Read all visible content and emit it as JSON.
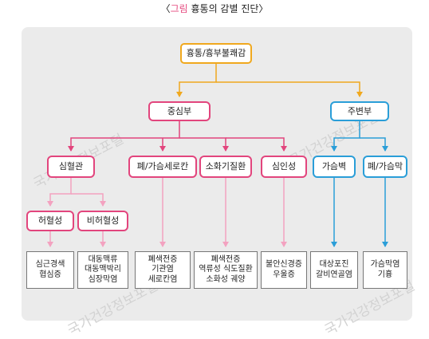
{
  "caption": {
    "bracket_open": "〈",
    "label": "그림",
    "title": "흉통의 감별 진단",
    "bracket_close": "〉"
  },
  "watermark": "국가건강정보포털",
  "colors": {
    "orange": "#f0a81e",
    "pink": "#e2457d",
    "light_pink": "#f3a2c0",
    "blue": "#2a9ed8",
    "gray": "#777777"
  },
  "nodes": {
    "root": "흉통/흉부불쾌감",
    "central": "중심부",
    "peripheral": "주변부",
    "cardiovascular": "심혈관",
    "lung_mediastinum": "폐/가슴세로칸",
    "digestive": "소화기질환",
    "psychogenic": "심인성",
    "chest_wall": "가슴벽",
    "lung_pleura": "폐/가슴막",
    "ischemic": "허혈성",
    "non_ischemic": "비허혈성"
  },
  "leaves": {
    "ischemic_leaf": "심근경색\n협심증",
    "non_ischemic_leaf": "대동맥류\n대동맥박리\n심장막염",
    "lung_leaf": "폐색전증\n기관염\n세로칸염",
    "digestive_leaf": "폐색전증\n역류성 식도질환\n소화성 궤양",
    "psychogenic_leaf": "불안신경증\n우울증",
    "chest_wall_leaf": "대상포진\n갈비연골염",
    "pleura_leaf": "가슴막염\n기흉"
  }
}
